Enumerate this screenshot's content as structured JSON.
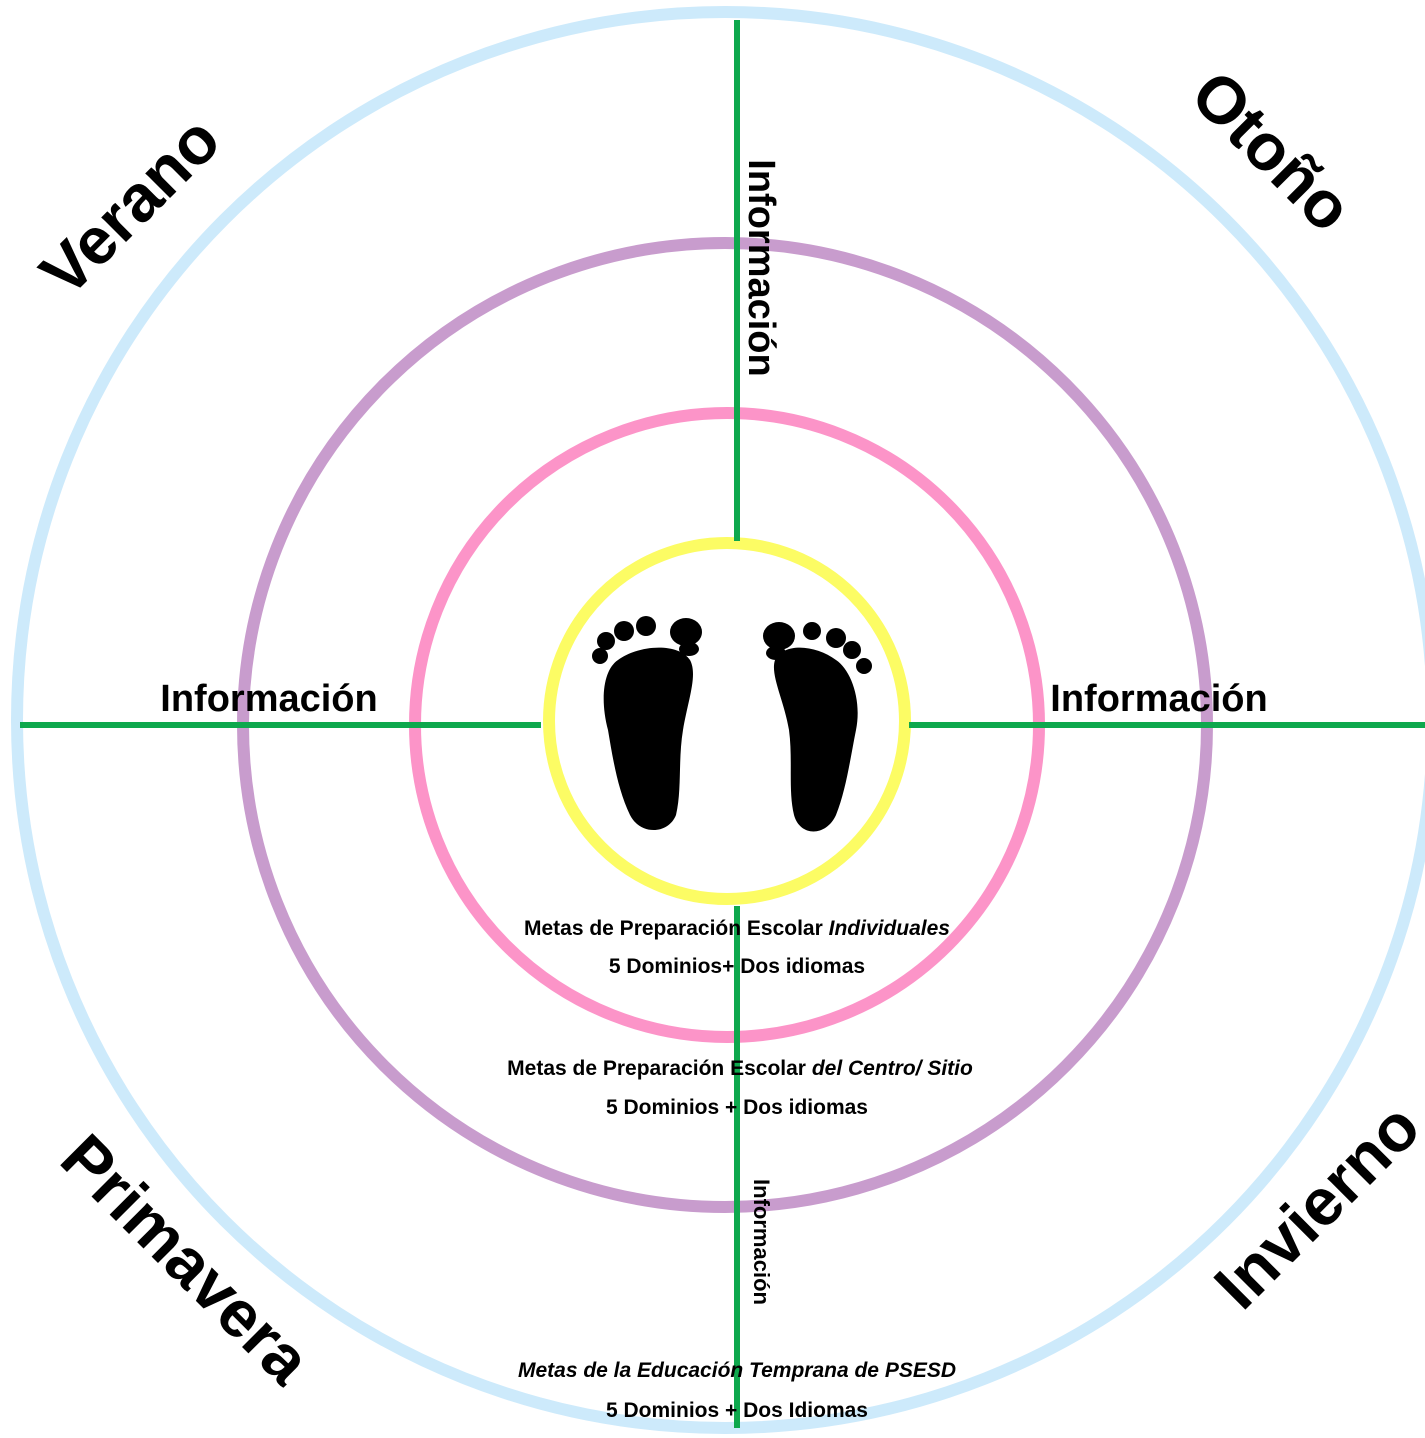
{
  "colors": {
    "outer_ring": "#cdeafb",
    "middle_ring": "#c89ccd",
    "inner_ring": "#fc94c8",
    "center_ring": "#fcfc64",
    "axis_lines": "#0ea84d",
    "footprints": "#000000"
  },
  "seasons": {
    "top_left": "Verano",
    "top_right": "Otoño",
    "bottom_left": "Primavera",
    "bottom_right": "Invierno"
  },
  "information_labels": {
    "top": "Información",
    "left": "Información",
    "right": "Información",
    "bottom": "Información"
  },
  "rings": {
    "center": {
      "icon": "footprints-icon"
    },
    "inner": {
      "title_prefix": "Metas de Preparación Escolar ",
      "title_emphasis": "Individuales",
      "subtitle": "5 Dominios+ Dos idiomas"
    },
    "middle": {
      "title_prefix": "Metas de Preparación Escolar ",
      "title_emphasis": "del Centro/ Sitio",
      "subtitle": "5 Dominios + Dos idiomas"
    },
    "outer": {
      "title": "Metas de la Educación Temprana de PSESD",
      "subtitle": "5 Dominios + Dos Idiomas"
    }
  }
}
